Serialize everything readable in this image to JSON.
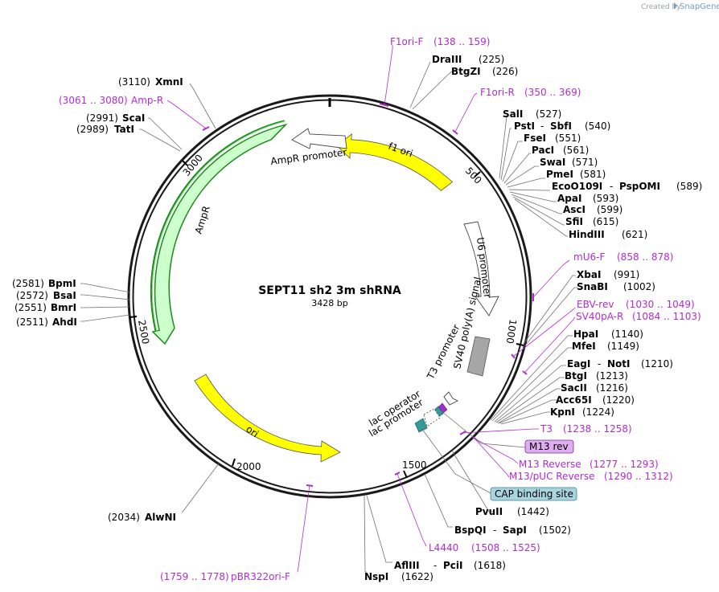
{
  "credit": {
    "prefix": "Created by",
    "brand": "SnapGene"
  },
  "plasmid": {
    "name": "SEPT11 sh2 3m shRNA",
    "length_label": "3428 bp",
    "length_bp": 3428
  },
  "ticks": [
    "500",
    "1000",
    "1500",
    "2000",
    "2500",
    "3000"
  ],
  "features": [
    {
      "name": "f1 ori",
      "label": "f1 ori",
      "color": "#ffff00"
    },
    {
      "name": "AmpR promoter",
      "label": "AmpR promoter",
      "color": "#ffffff"
    },
    {
      "name": "AmpR",
      "label": "AmpR",
      "color": "#ccffcc"
    },
    {
      "name": "U6 promoter",
      "label": "U6 promoter",
      "color": "#ffffff"
    },
    {
      "name": "SV40 poly(A) signal",
      "label": "SV40 poly(A) signal",
      "color": "#a6a6a6"
    },
    {
      "name": "T3 promoter",
      "label": "T3 promoter",
      "color": "#ffffff"
    },
    {
      "name": "lac operator",
      "label": "lac operator",
      "color": "#339999"
    },
    {
      "name": "lac promoter",
      "label": "lac promoter",
      "color": "#ffffff"
    },
    {
      "name": "ori",
      "label": "ori",
      "color": "#ffff00"
    }
  ],
  "sites": [
    {
      "name": "DraIII",
      "pos": "(225)"
    },
    {
      "name": "BtgZI",
      "pos": "(226)"
    },
    {
      "name": "SalI",
      "pos": "(527)"
    },
    {
      "name": "PstI",
      "name2": "SbfI",
      "pos": "(540)"
    },
    {
      "name": "FseI",
      "pos": "(551)"
    },
    {
      "name": "PacI",
      "pos": "(561)"
    },
    {
      "name": "SwaI",
      "pos": "(571)"
    },
    {
      "name": "PmeI",
      "pos": "(581)"
    },
    {
      "name": "EcoO109I",
      "name2": "PspOMI",
      "pos": "(589)"
    },
    {
      "name": "ApaI",
      "pos": "(593)"
    },
    {
      "name": "AscI",
      "pos": "(599)"
    },
    {
      "name": "SfiI",
      "pos": "(615)"
    },
    {
      "name": "HindIII",
      "pos": "(621)"
    },
    {
      "name": "XbaI",
      "pos": "(991)"
    },
    {
      "name": "SnaBI",
      "pos": "(1002)"
    },
    {
      "name": "HpaI",
      "pos": "(1140)"
    },
    {
      "name": "MfeI",
      "pos": "(1149)"
    },
    {
      "name": "EagI",
      "name2": "NotI",
      "pos": "(1210)"
    },
    {
      "name": "BtgI",
      "pos": "(1213)"
    },
    {
      "name": "SacII",
      "pos": "(1216)"
    },
    {
      "name": "Acc65I",
      "pos": "(1220)"
    },
    {
      "name": "KpnI",
      "pos": "(1224)"
    },
    {
      "name": "PvuII",
      "pos": "(1442)"
    },
    {
      "name": "BspQI",
      "name2": "SapI",
      "pos": "(1502)"
    },
    {
      "name": "AflIII",
      "name2": "PciI",
      "pos": "(1618)"
    },
    {
      "name": "NspI",
      "pos": "(1622)"
    },
    {
      "name": "AlwNI",
      "pos": "(2034)"
    },
    {
      "name": "AhdI",
      "pos": "(2511)"
    },
    {
      "name": "BmrI",
      "pos": "(2551)"
    },
    {
      "name": "BsaI",
      "pos": "(2572)"
    },
    {
      "name": "BpmI",
      "pos": "(2581)"
    },
    {
      "name": "TatI",
      "pos": "(2989)"
    },
    {
      "name": "ScaI",
      "pos": "(2991)"
    },
    {
      "name": "XmnI",
      "pos": "(3110)"
    }
  ],
  "primers": [
    {
      "name": "F1ori-F",
      "range": "(138 .. 159)"
    },
    {
      "name": "F1ori-R",
      "range": "(350 .. 369)"
    },
    {
      "name": "mU6-F",
      "range": "(858 .. 878)"
    },
    {
      "name": "EBV-rev",
      "range": "(1030 .. 1049)"
    },
    {
      "name": "SV40pA-R",
      "range": "(1084 .. 1103)"
    },
    {
      "name": "T3",
      "range": "(1238 .. 1258)"
    },
    {
      "name": "M13 Reverse",
      "range": "(1277 .. 1293)"
    },
    {
      "name": "M13/pUC Reverse",
      "range": "(1290 .. 1312)"
    },
    {
      "name": "L4440",
      "range": "(1508 .. 1525)"
    },
    {
      "name": "pBR322ori-F",
      "range": "(1759 .. 1778)"
    },
    {
      "name": "Amp-R",
      "range": "(3061 .. 3080)"
    }
  ],
  "boxed": [
    {
      "name": "M13 rev",
      "color": "#dfaef0"
    },
    {
      "name": "CAP binding site",
      "color": "#a8d4df"
    }
  ],
  "colors": {
    "backbone": "#1a1a1a",
    "primer": "#b02ccf",
    "site_line": "#707070",
    "green_highlight": "#1f8a1f"
  }
}
